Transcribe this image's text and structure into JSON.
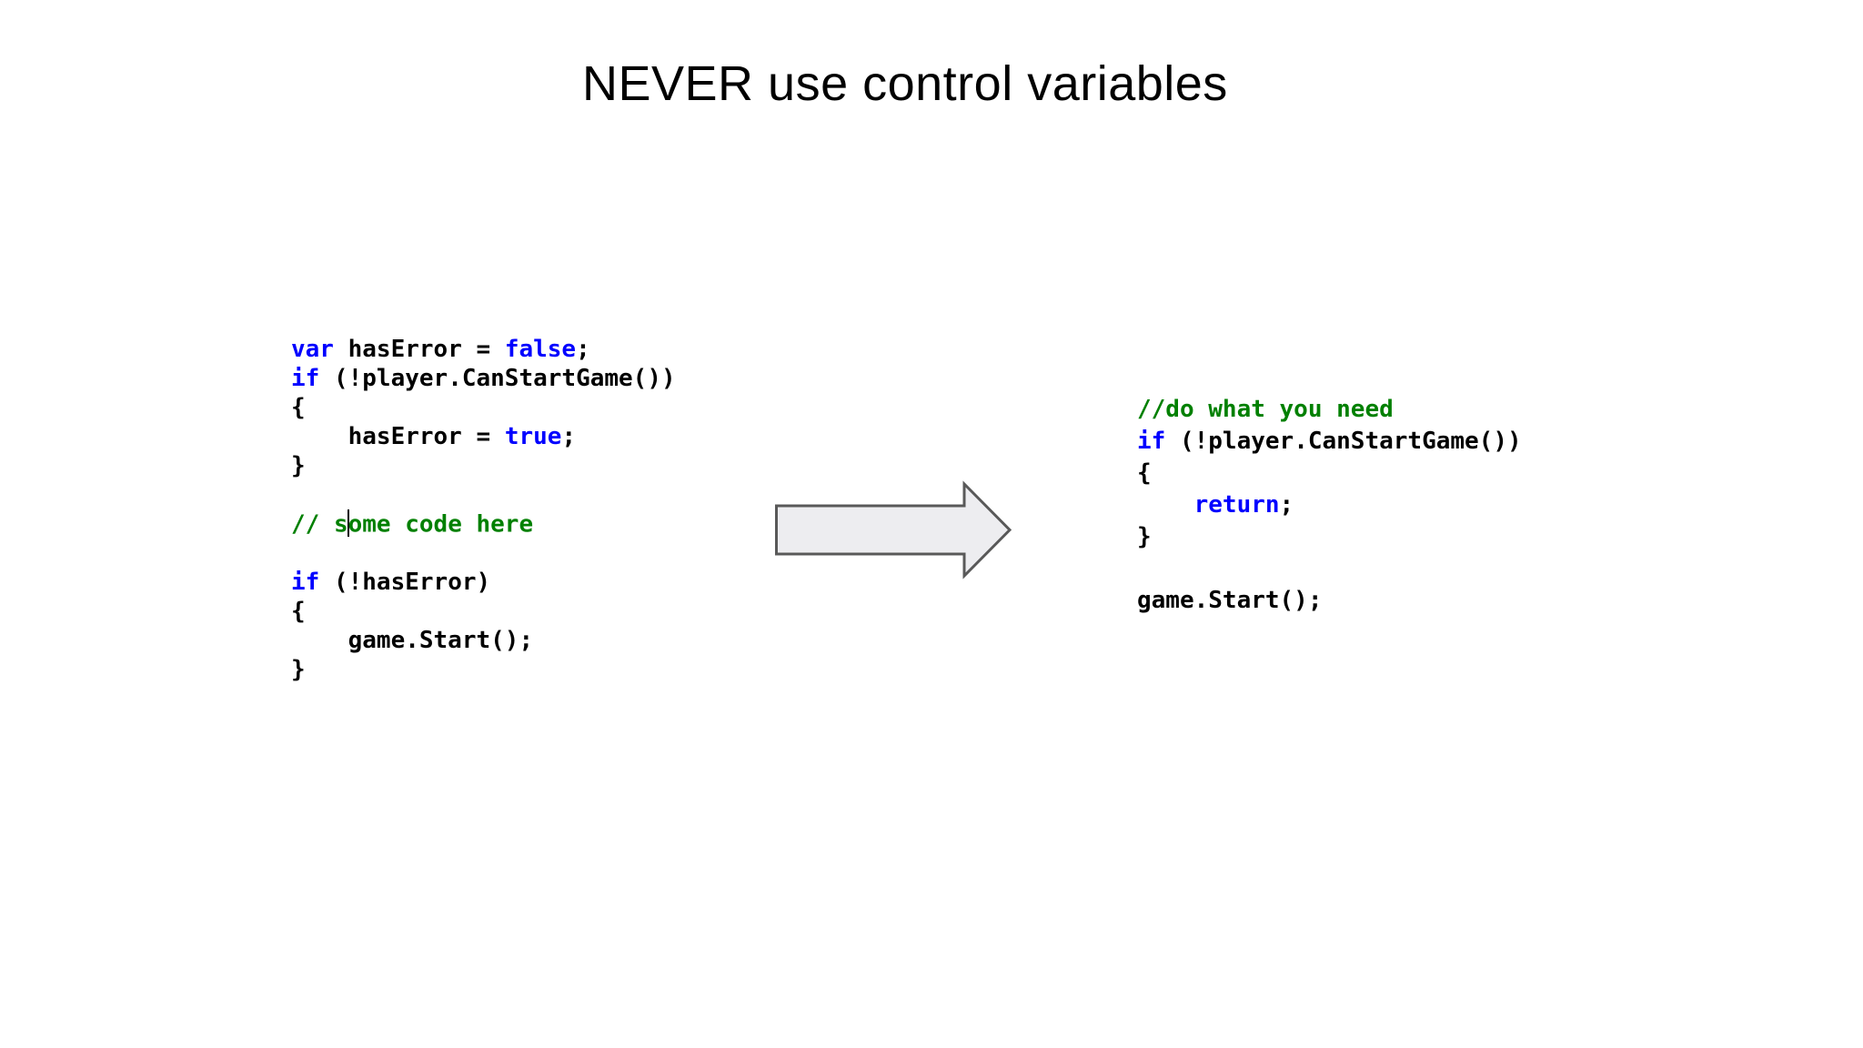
{
  "title": "NEVER use control variables",
  "colors": {
    "background": "#ffffff",
    "title_text": "#000000",
    "keyword": "#0000ff",
    "comment": "#008000",
    "plain": "#000000",
    "caret": "#000000",
    "arrow_fill": "#ededf0",
    "arrow_stroke": "#595959"
  },
  "icons": {
    "arrow": "block-arrow-right"
  },
  "code_before": {
    "lines": [
      [
        {
          "t": "var",
          "c": "keyword"
        },
        {
          "t": " hasError = ",
          "c": "plain"
        },
        {
          "t": "false",
          "c": "keyword"
        },
        {
          "t": ";",
          "c": "plain"
        }
      ],
      [
        {
          "t": "if",
          "c": "keyword"
        },
        {
          "t": " (!player.CanStartGame())",
          "c": "plain"
        }
      ],
      [
        {
          "t": "{",
          "c": "plain"
        }
      ],
      [
        {
          "t": "    hasError = ",
          "c": "plain"
        },
        {
          "t": "true",
          "c": "keyword"
        },
        {
          "t": ";",
          "c": "plain"
        }
      ],
      [
        {
          "t": "}",
          "c": "plain"
        }
      ],
      [],
      [
        {
          "t": "// s",
          "c": "comment"
        },
        {
          "caret": true
        },
        {
          "t": "ome code here",
          "c": "comment"
        }
      ],
      [],
      [
        {
          "t": "if",
          "c": "keyword"
        },
        {
          "t": " (!hasError)",
          "c": "plain"
        }
      ],
      [
        {
          "t": "{",
          "c": "plain"
        }
      ],
      [
        {
          "t": "    game.Start();",
          "c": "plain"
        }
      ],
      [
        {
          "t": "}",
          "c": "plain"
        }
      ]
    ]
  },
  "code_after": {
    "lines": [
      [
        {
          "t": "//do what you need",
          "c": "comment"
        }
      ],
      [
        {
          "t": "if",
          "c": "keyword"
        },
        {
          "t": " (!player.CanStartGame())",
          "c": "plain"
        }
      ],
      [
        {
          "t": "{",
          "c": "plain"
        }
      ],
      [
        {
          "t": "    ",
          "c": "plain"
        },
        {
          "t": "return",
          "c": "keyword"
        },
        {
          "t": ";",
          "c": "plain"
        }
      ],
      [
        {
          "t": "}",
          "c": "plain"
        }
      ],
      [],
      [
        {
          "t": "game.Start();",
          "c": "plain"
        }
      ]
    ]
  }
}
